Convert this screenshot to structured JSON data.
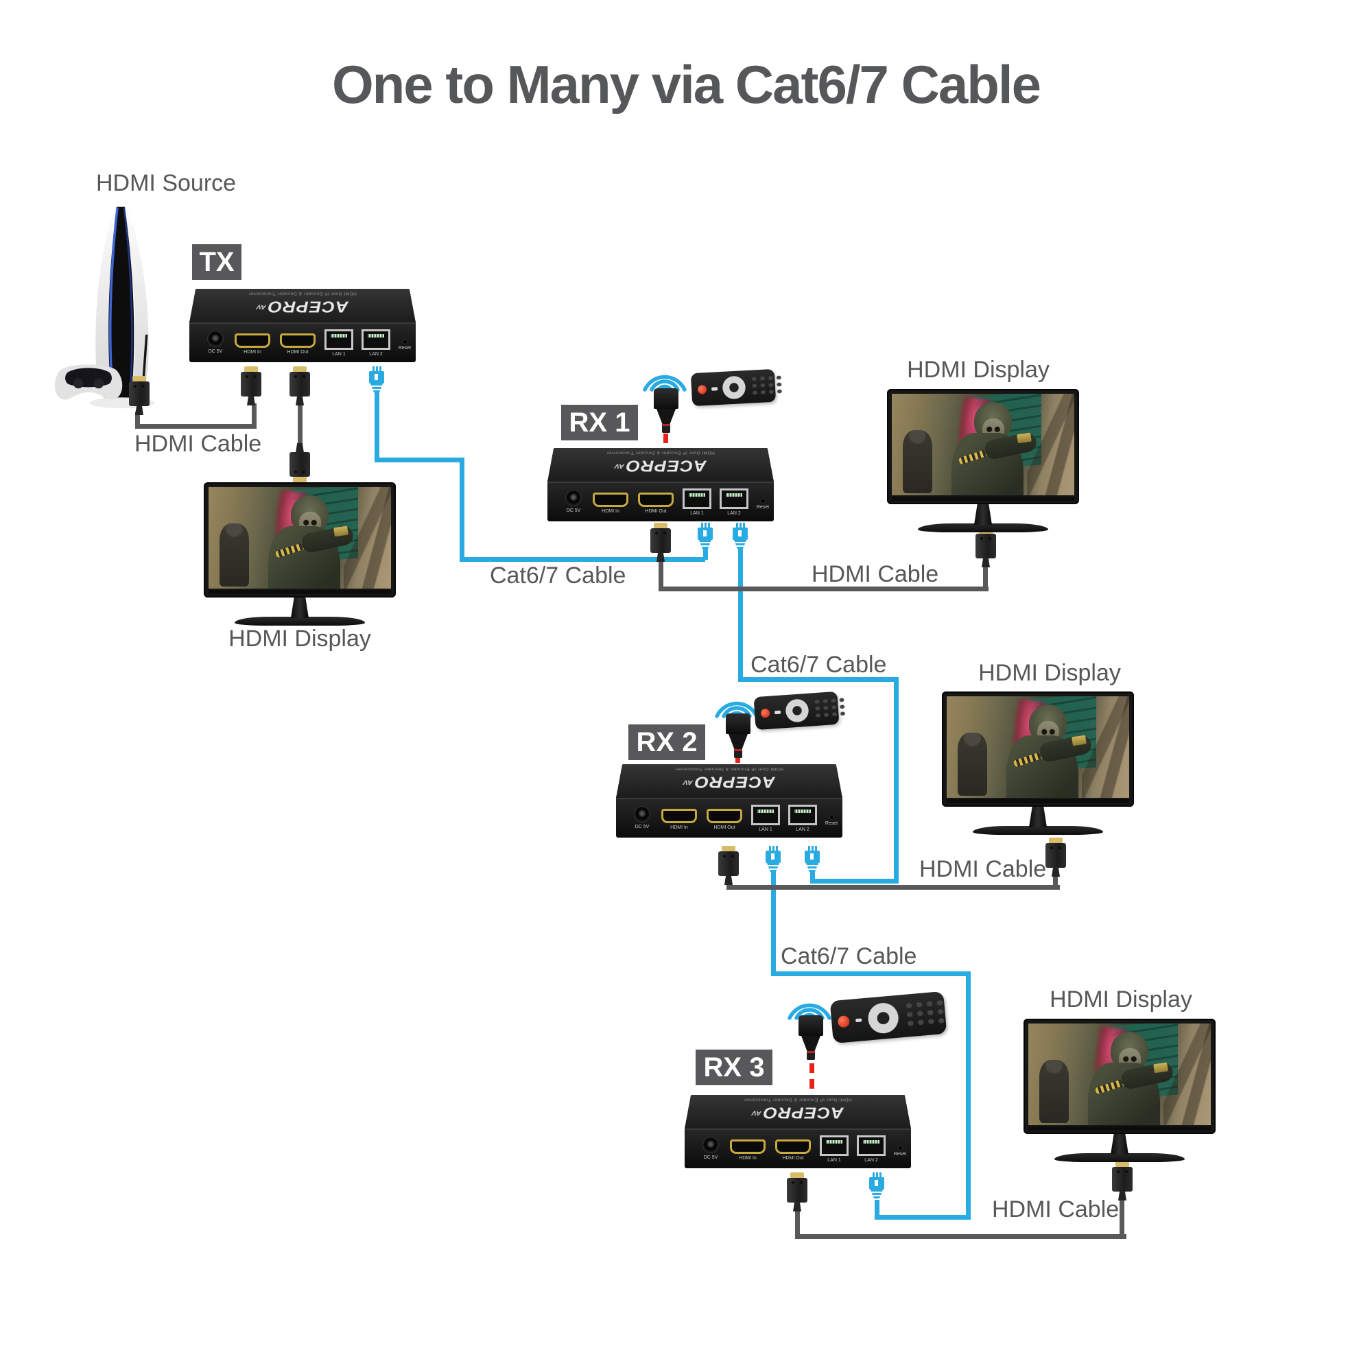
{
  "title": "One to Many via Cat6/7 Cable",
  "labels": {
    "hdmi_source": "HDMI Source",
    "hdmi_display": "HDMI Display",
    "hdmi_cable": "HDMI Cable",
    "cat67_cable": "Cat6/7 Cable"
  },
  "stations": {
    "tx": {
      "tag": "TX"
    },
    "rx1": {
      "tag": "RX 1"
    },
    "rx2": {
      "tag": "RX 2"
    },
    "rx3": {
      "tag": "RX 3"
    }
  },
  "device": {
    "brand": "ACEPRO",
    "brand_suffix": "AV",
    "top_text": "HDMI Over IP Encoder & Decoder Transceiver",
    "ports": {
      "power": "DC 5V",
      "hdmi_in": "HDMI In",
      "hdmi_out": "HDMI Out",
      "lan1": "LAN 1",
      "lan2": "LAN 2",
      "reset": "Reset"
    }
  },
  "colors": {
    "cable_blue": "#29abe2",
    "cable_gray": "#58595b",
    "ir_red": "#e8241a",
    "tag_bg": "#58585a",
    "text_gray": "#565759"
  }
}
